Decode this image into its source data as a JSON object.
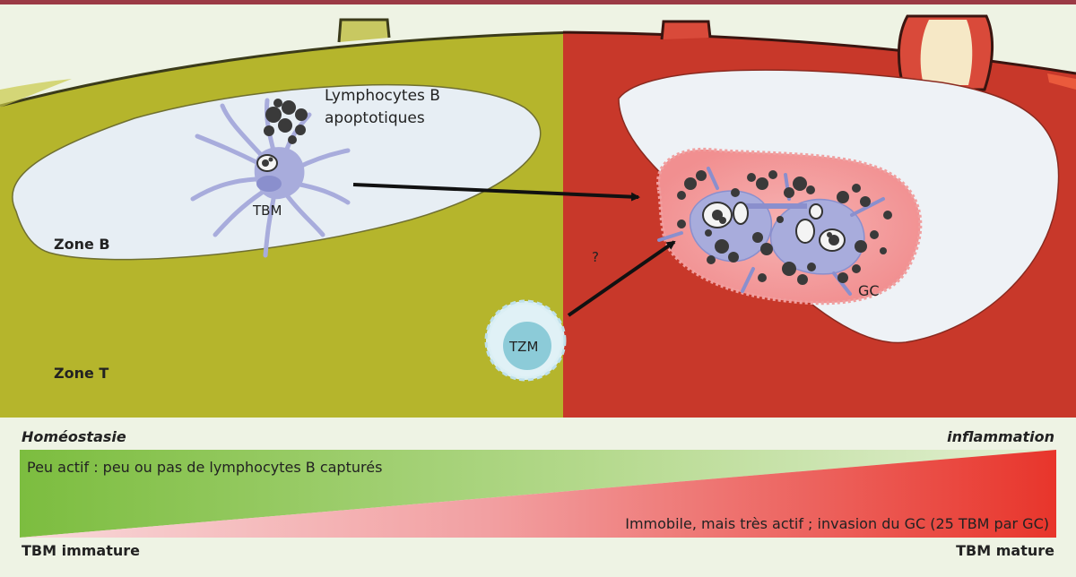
{
  "labels": {
    "apoptotic_b": [
      "Lymphocytes B",
      "apoptotiques"
    ],
    "tbm": "TBM",
    "zone_b": "Zone B",
    "zone_t": "Zone T",
    "tzm": "TZM",
    "question": "?",
    "gc": "GC"
  },
  "bottom": {
    "left_state": "Homéostasie",
    "right_state": "inflammation",
    "top_bar_text": "Peu actif : peu ou pas de lymphocytes B capturés",
    "bottom_bar_text": "Immobile, mais très actif ; invasion du GC (25 TBM par GC)",
    "left_caption": "TBM immature",
    "right_caption": "TBM mature"
  },
  "colors": {
    "background": "#eef3e4",
    "top_rule": "#9b3a45",
    "homeostasis_tissue": "#b5b52c",
    "inflamed_tissue": "#c8382a",
    "follicle_light": "#e7eef4",
    "cell_purple": "#a8acdc",
    "germinal_center_pink": "#f3a3a3",
    "apoptotic_dark": "#3a3a3a",
    "green_gradient_strong": "#7cbd3f",
    "red_gradient_strong": "#e8352b"
  }
}
